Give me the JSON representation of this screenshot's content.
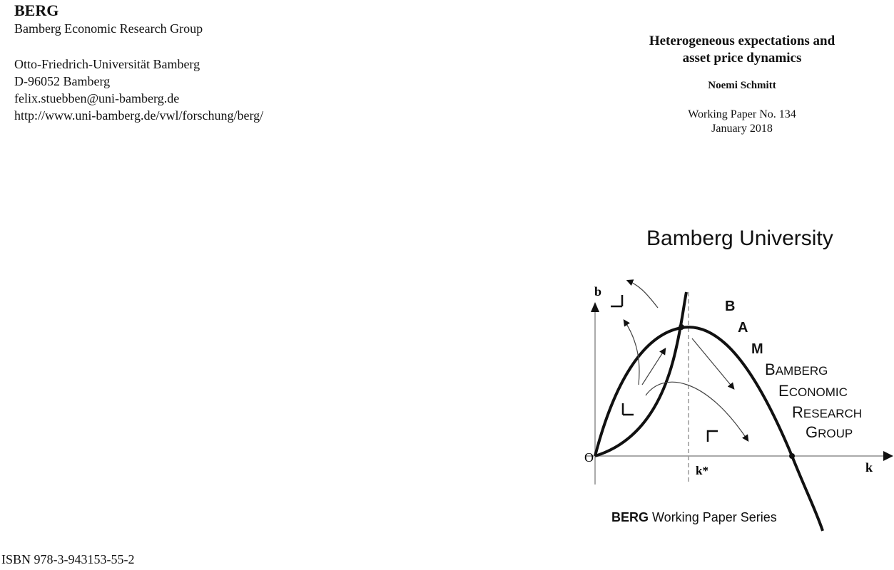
{
  "publisher": {
    "short_name": "BERG",
    "full_name": "Bamberg Economic Research Group",
    "address_lines": [
      "Otto-Friedrich-Universität Bamberg",
      "D-96052 Bamberg",
      "felix.stuebben@uni-bamberg.de",
      "http://www.uni-bamberg.de/vwl/forschung/berg/"
    ]
  },
  "paper": {
    "title_line1": "Heterogeneous expectations and",
    "title_line2": "asset price dynamics",
    "author": "Noemi Schmitt",
    "series_number": "Working Paper No. 134",
    "date": "January 2018"
  },
  "logo": {
    "university": "Bamberg University",
    "axis_y": "b",
    "axis_x": "k",
    "origin": "O",
    "k_star": "k*",
    "letters": [
      "B",
      "A",
      "M"
    ],
    "words": [
      {
        "initial": "B",
        "rest": "AMBERG"
      },
      {
        "initial": "E",
        "rest": "CONOMIC"
      },
      {
        "initial": "R",
        "rest": "ESEARCH"
      },
      {
        "initial": "G",
        "rest": "ROUP"
      }
    ],
    "series_bold": "BERG",
    "series_rest": " Working Paper Series"
  },
  "isbn": "ISBN 978-3-943153-55-2"
}
